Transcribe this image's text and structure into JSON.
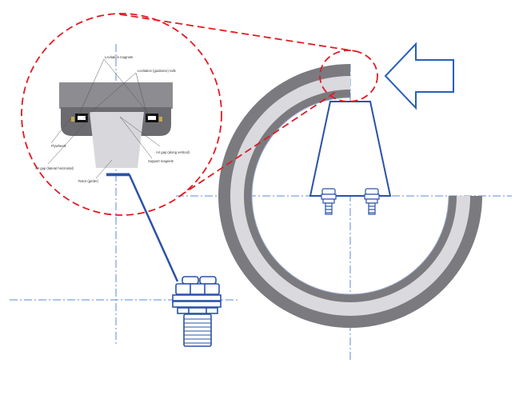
{
  "colors": {
    "outer_ring": "#7a7a7f",
    "inner_ring": "#d9d9de",
    "ring_edge": "#9aa6c8",
    "blue_part": "#2a52a8",
    "axis_line": "#5b8bd6",
    "callout": "#e11b22",
    "arrow": "#2a5fb8",
    "detail_housing": "#6b6b70",
    "detail_top": "#8c8c91",
    "detail_base": "#d8d8dc"
  },
  "icons": {
    "direction_arrow": "hollow-left-arrow-icon",
    "bolt": "hex-bolt-icon"
  },
  "detail": {
    "labels": {
      "top1": "Levitation magnets",
      "top2": "Levitation (guidance) rails",
      "left1": "Flywheels",
      "left2": "Air gap (lateral horizontal)",
      "bottom": "Rotor (girder)",
      "right1": "Air gap (along vertical)",
      "right2": "Support magnets"
    }
  }
}
